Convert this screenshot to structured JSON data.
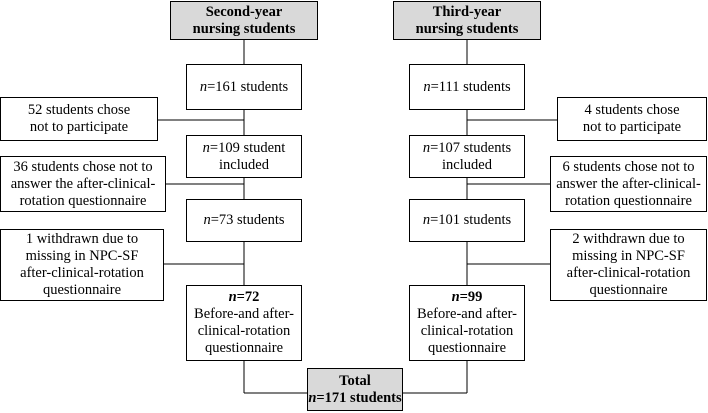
{
  "left": {
    "header": [
      "Second-year",
      "nursing students"
    ],
    "n1": {
      "n": "n",
      "rest": "=161 students"
    },
    "excl1": [
      "52 students chose",
      "not to participate"
    ],
    "n2": {
      "n": "n",
      "rest": "=109 student",
      "line2": "included"
    },
    "excl2": [
      "36 students chose not to",
      "answer the after-clinical-",
      "rotation questionnaire"
    ],
    "n3": {
      "n": "n",
      "rest": "=73 students"
    },
    "excl3": [
      "1 withdrawn due to",
      "missing in NPC-SF",
      "after-clinical-rotation",
      "questionnaire"
    ],
    "final": {
      "n": "n",
      "rest": "=72",
      "lines": [
        "Before-and after-",
        "clinical-rotation",
        "questionnaire"
      ]
    }
  },
  "right": {
    "header": [
      "Third-year",
      "nursing students"
    ],
    "n1": {
      "n": "n",
      "rest": "=111 students"
    },
    "excl1": [
      "4 students chose",
      "not to participate"
    ],
    "n2": {
      "n": "n",
      "rest": "=107 students",
      "line2": "included"
    },
    "excl2": [
      "6 students chose not to",
      "answer the after-clinical-",
      "rotation questionnaire"
    ],
    "n3": {
      "n": "n",
      "rest": "=101 students"
    },
    "excl3": [
      "2 withdrawn due to",
      "missing in NPC-SF",
      "after-clinical-rotation",
      "questionnaire"
    ],
    "final": {
      "n": "n",
      "rest": "=99",
      "lines": [
        "Before-and after-",
        "clinical-rotation",
        "questionnaire"
      ]
    }
  },
  "total": {
    "label": "Total",
    "n": "n",
    "rest": "=171 students"
  }
}
